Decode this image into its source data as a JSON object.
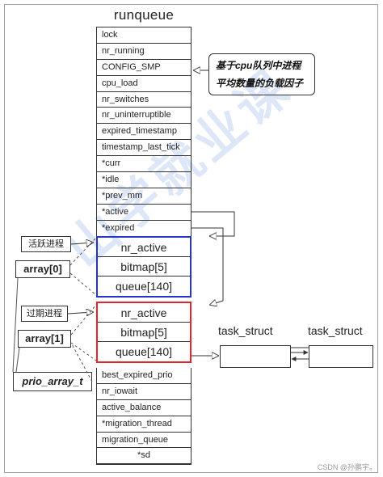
{
  "title": "runqueue",
  "runqueue_fields_top": [
    "lock",
    "nr_running",
    "CONFIG_SMP",
    "cpu_load",
    "nr_switches",
    "nr_uninterruptible",
    "expired_timestamp",
    "timestamp_last_tick",
    "*curr",
    "*idle",
    "*prev_mm",
    "*active",
    "*expired"
  ],
  "prio_array_active": [
    "nr_active",
    "bitmap[5]",
    "queue[140]"
  ],
  "prio_array_expired": [
    "nr_active",
    "bitmap[5]",
    "queue[140]"
  ],
  "runqueue_fields_bottom": [
    "best_expired_prio",
    "nr_iowait",
    "active_balance",
    "*migration_thread",
    "migration_queue",
    "*sd"
  ],
  "note": {
    "line1": "基于cpu队列中进程",
    "line2": "平均数量的负载因子"
  },
  "labels": {
    "active_proc": "活跃进程",
    "array0": "array[0]",
    "expired_proc": "过期进程",
    "array1": "array[1]",
    "prio_array_t": "prio_array_t"
  },
  "task_struct": [
    "task_struct",
    "task_struct"
  ],
  "watermark": "山学就业课",
  "credit": "CSDN @孙鹏宇。",
  "colors": {
    "active_border": "#2534c9",
    "expired_border": "#e0262b"
  }
}
